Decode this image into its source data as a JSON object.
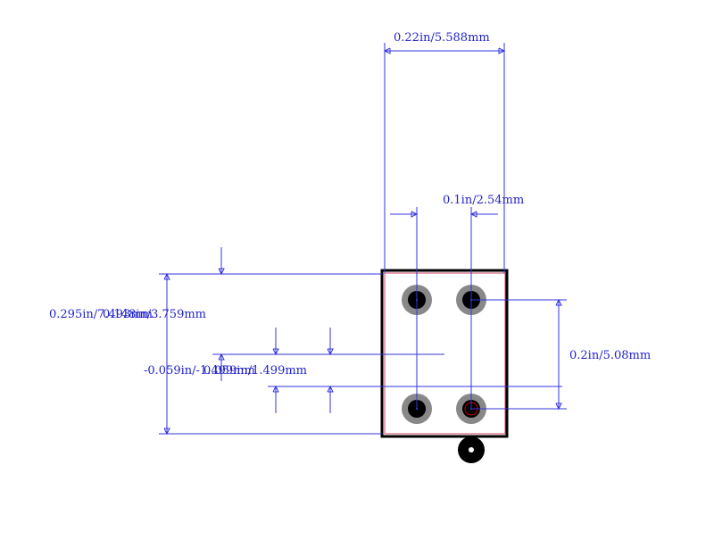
{
  "dimensions": {
    "width_total": "0.22in/5.588mm",
    "pitch_x": "0.1in/2.54mm",
    "height_total": "0.295in/7.493mm",
    "height_overlap": "0.148in/3.759mm",
    "pitch_y": "0.2in/5.08mm",
    "offset_a": "-0.059in/-1.499mm",
    "offset_b": "0.059in/1.499mm"
  },
  "colors": {
    "dimension": "#3333dd",
    "outline": "#000000",
    "courtyard": "#cc4466",
    "pad_ring": "#888888",
    "pad_hole": "#000000",
    "pin1_marker": "#cc0000"
  }
}
